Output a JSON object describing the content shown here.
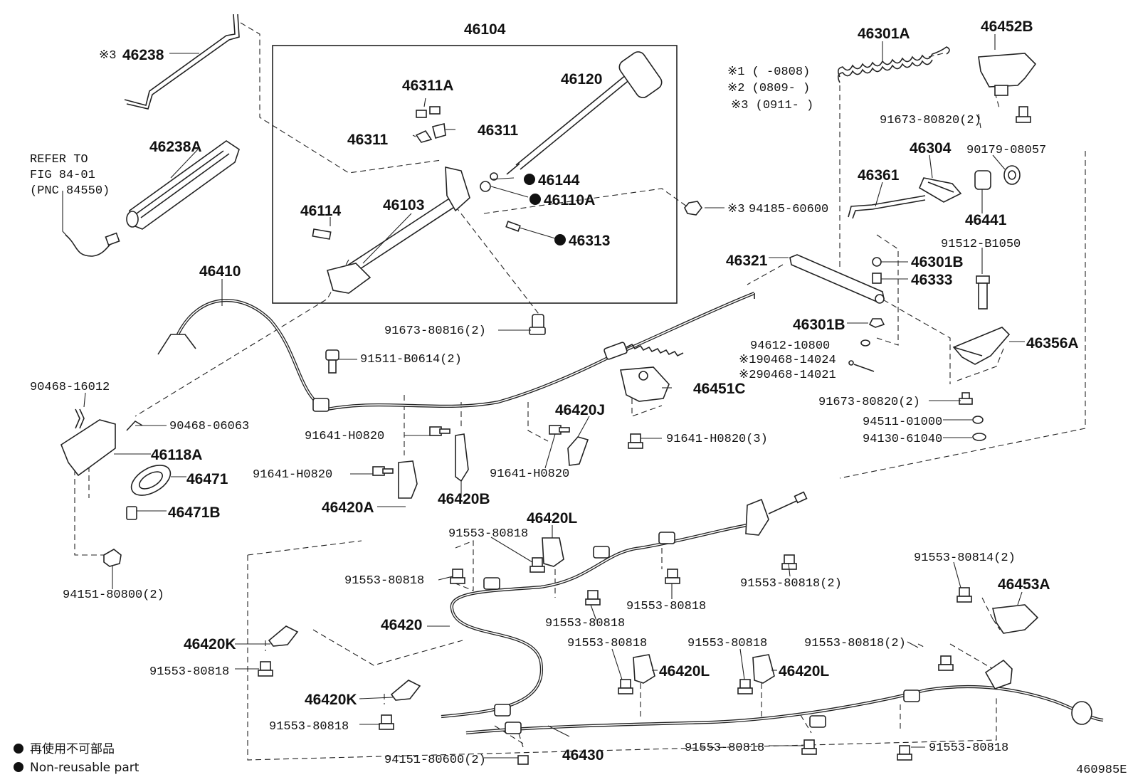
{
  "diagram_id": "460985E",
  "notes": [
    "※1 (     -0808)",
    "※2 (0809-     )",
    "※3 (0911-     )"
  ],
  "legend": {
    "jp": "再使用不可部品",
    "en": "Non-reusable part"
  },
  "refer": [
    "REFER TO",
    "FIG 84-01",
    "(PNC 84550)"
  ],
  "labels": {
    "p46104": "46104",
    "p46238": "46238",
    "p46238_mark": "※3",
    "p46238A": "46238A",
    "p46311A": "46311A",
    "p46120": "46120",
    "p46311_l": "46311",
    "p46311_r": "46311",
    "p46144": "46144",
    "p46110A": "46110A",
    "p46114": "46114",
    "p46103": "46103",
    "p46313": "46313",
    "p91673_80816": "91673-80816(2)",
    "p94185": "94185-60600",
    "p94185_mark": "※3",
    "p46301A": "46301A",
    "p46452B": "46452B",
    "p91673_80820_top": "91673-80820(2)",
    "p46304": "46304",
    "p90179": "90179-08057",
    "p46361": "46361",
    "p46441": "46441",
    "p91512": "91512-B1050",
    "p46321": "46321",
    "p46301B_top": "46301B",
    "p46333": "46333",
    "p46301B_mid": "46301B",
    "p94612": "94612-10800",
    "p190468": "※190468-14024",
    "p290468": "※290468-14021",
    "p46356A": "46356A",
    "p91673_80820_bot": "91673-80820(2)",
    "p94511": "94511-01000",
    "p94130": "94130-61040",
    "p46410": "46410",
    "p91511": "91511-B0614(2)",
    "p90468_16012": "90468-16012",
    "p90468_06063": "90468-06063",
    "p46118A": "46118A",
    "p46471": "46471",
    "p46471B": "46471B",
    "p94151_80800": "94151-80800(2)",
    "p91641_a": "91641-H0820",
    "p91641_b": "91641-H0820",
    "p91641_c": "91641-H0820",
    "p91641_3": "91641-H0820(3)",
    "p46420J": "46420J",
    "p46451C": "46451C",
    "p46420A": "46420A",
    "p46420B": "46420B",
    "p46420L_top": "46420L",
    "p91553_a": "91553-80818",
    "p91553_b": "91553-80818",
    "p91553_c": "91553-80818",
    "p91553_d": "91553-80818",
    "p91553_e2": "91553-80818(2)",
    "p91553_814": "91553-80814(2)",
    "p46453A": "46453A",
    "p46420": "46420",
    "p46420K_top": "46420K",
    "p91553_f": "91553-80818",
    "p91553_g": "91553-80818",
    "p46420L_mid": "46420L",
    "p91553_h": "91553-80818",
    "p46420L_right": "46420L",
    "p91553_i2": "91553-80818(2)",
    "p46420K_bot": "46420K",
    "p91553_j": "91553-80818",
    "p94151_80600": "94151-80600(2)",
    "p46430": "46430",
    "p91553_k": "91553-80818",
    "p91553_l": "91553-80818"
  },
  "colors": {
    "ink": "#222222",
    "background": "#ffffff"
  }
}
